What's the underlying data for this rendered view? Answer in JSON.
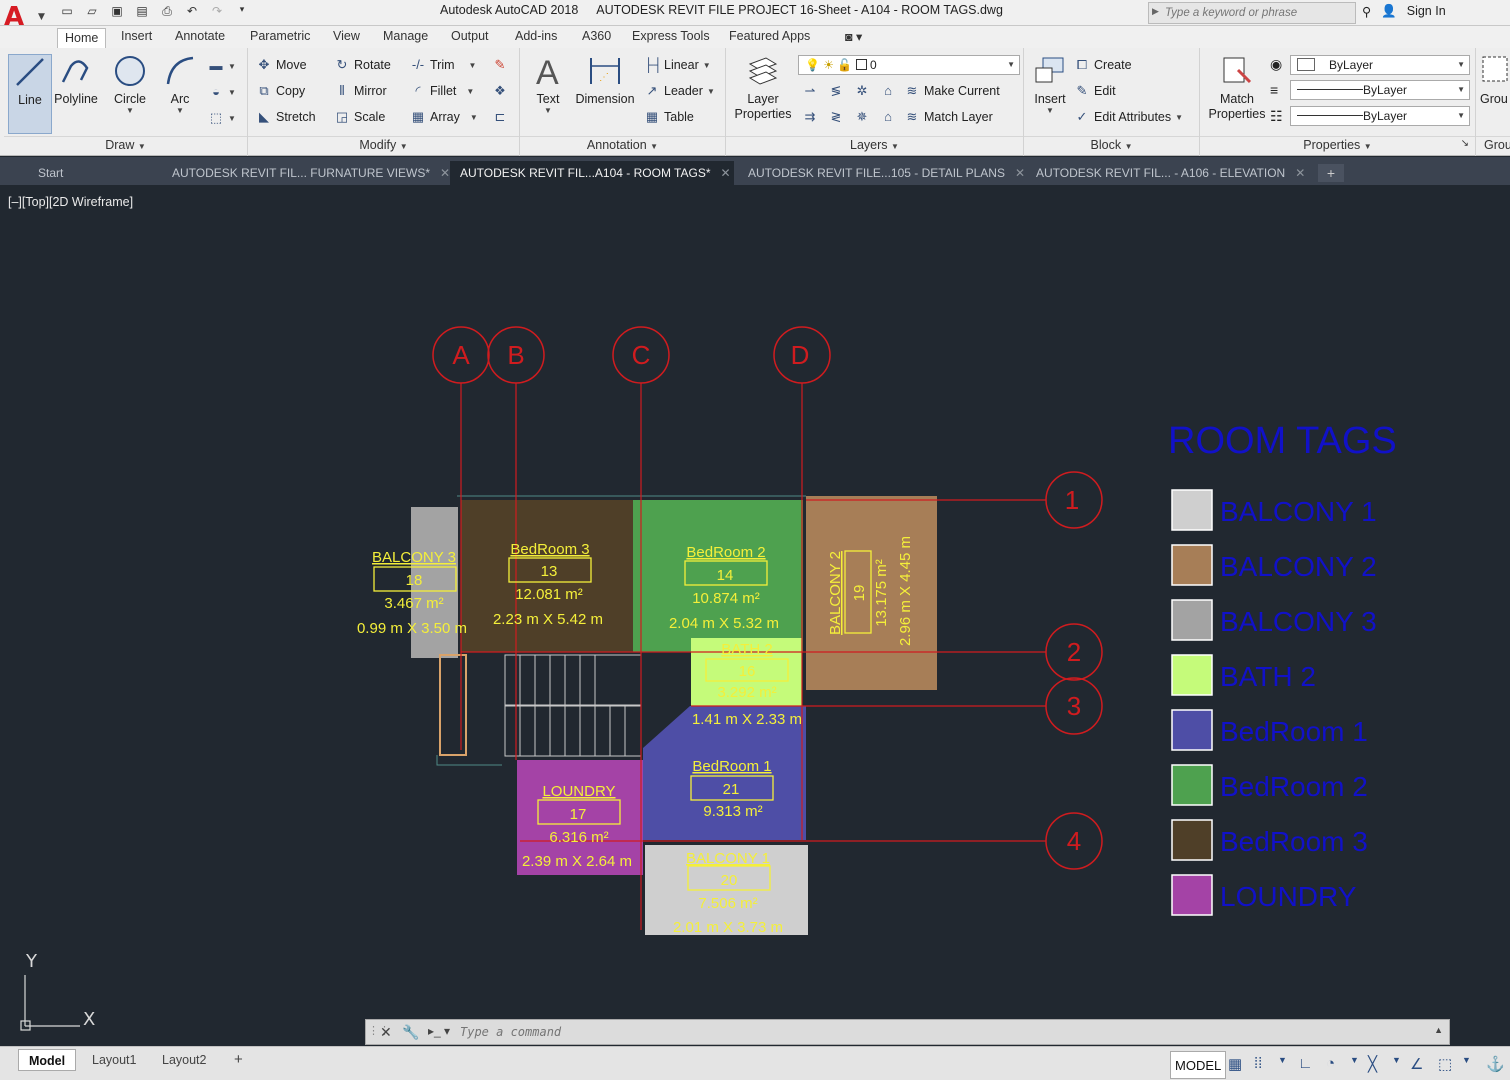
{
  "app": {
    "name": "Autodesk AutoCAD 2018",
    "file": "AUTODESK REVIT FILE PROJECT 16-Sheet - A104 - ROOM TAGS.dwg",
    "search_placeholder": "Type a keyword or phrase",
    "sign_in": "Sign In"
  },
  "ribbon_tabs": [
    "Home",
    "Insert",
    "Annotate",
    "Parametric",
    "View",
    "Manage",
    "Output",
    "Add-ins",
    "A360",
    "Express Tools",
    "Featured Apps"
  ],
  "panels": {
    "draw": {
      "title": "Draw",
      "buttons": [
        "Line",
        "Polyline",
        "Circle",
        "Arc"
      ]
    },
    "modify": {
      "title": "Modify",
      "buttons": [
        "Move",
        "Rotate",
        "Trim",
        "Copy",
        "Mirror",
        "Fillet",
        "Stretch",
        "Scale",
        "Array"
      ]
    },
    "annotation": {
      "title": "Annotation",
      "buttons": [
        "Text",
        "Dimension",
        "Linear",
        "Leader",
        "Table"
      ]
    },
    "layers": {
      "title": "Layers",
      "layer_properties": "Layer Properties",
      "current_layer": "0",
      "make_current": "Make Current",
      "match_layer": "Match Layer"
    },
    "block": {
      "title": "Block",
      "insert": "Insert",
      "create": "Create",
      "edit": "Edit",
      "edit_attributes": "Edit Attributes"
    },
    "properties": {
      "title": "Properties",
      "match_properties": "Match Properties",
      "color": "ByLayer",
      "linetype": "ByLayer",
      "lineweight": "ByLayer"
    },
    "groups": {
      "title": "Grou",
      "button": "Grou"
    }
  },
  "doc_tabs": [
    {
      "label": "Start",
      "active": false
    },
    {
      "label": "AUTODESK REVIT FIL... FURNATURE VIEWS*",
      "active": false
    },
    {
      "label": "AUTODESK REVIT FIL...A104 - ROOM TAGS*",
      "active": true
    },
    {
      "label": "AUTODESK REVIT FILE...105 - DETAIL PLANS",
      "active": false
    },
    {
      "label": "AUTODESK REVIT FIL... - A106 - ELEVATION",
      "active": false
    }
  ],
  "viewport_label": "[–][Top][2D Wireframe]",
  "grid_labels": {
    "columns": [
      "A",
      "B",
      "C",
      "D"
    ],
    "rows": [
      "1",
      "2",
      "3",
      "4"
    ]
  },
  "rooms": [
    {
      "name": "BALCONY 3",
      "number": "18",
      "area": "3.467 m²",
      "dims": "0.99 m X 3.50 m"
    },
    {
      "name": "BedRoom 3",
      "number": "13",
      "area": "12.081 m²",
      "dims": "2.23 m X 5.42 m"
    },
    {
      "name": "BedRoom 2",
      "number": "14",
      "area": "10.874 m²",
      "dims": "2.04 m X 5.32 m"
    },
    {
      "name": "BALCONY 2",
      "number": "19",
      "area": "13.175 m²",
      "dims": "2.96 m X 4.45 m"
    },
    {
      "name": "BATH 2",
      "number": "16",
      "area": "3.292 m²",
      "dims": "1.41 m X 2.33 m"
    },
    {
      "name": "BedRoom 1",
      "number": "21",
      "area": "9.313 m²",
      "dims": ""
    },
    {
      "name": "LOUNDRY",
      "number": "17",
      "area": "6.316 m²",
      "dims": "2.39 m X 2.64 m"
    },
    {
      "name": "BALCONY 1",
      "number": "20",
      "area": "7.506 m²",
      "dims": "2.01 m X 3.73 m"
    }
  ],
  "legend": {
    "title": "ROOM TAGS",
    "items": [
      {
        "label": "BALCONY 1",
        "color": "#cfcfcf"
      },
      {
        "label": "BALCONY 2",
        "color": "#a77e57"
      },
      {
        "label": "BALCONY 3",
        "color": "#a3a3a3"
      },
      {
        "label": "BATH 2",
        "color": "#c5fb7a"
      },
      {
        "label": "BedRoom 1",
        "color": "#4e4ea6"
      },
      {
        "label": "BedRoom 2",
        "color": "#4ea14f"
      },
      {
        "label": "BedRoom 3",
        "color": "#4f3f28"
      },
      {
        "label": "LOUNDRY",
        "color": "#a443a6"
      }
    ]
  },
  "colors": {
    "tag_text": "#f4ef3a",
    "grid_red": "#d01c1f",
    "legend_text": "#1111c8",
    "background": "#212830"
  },
  "ucs": {
    "x": "X",
    "y": "Y"
  },
  "command_line": {
    "placeholder": "Type a command"
  },
  "layout_tabs": [
    "Model",
    "Layout1",
    "Layout2"
  ],
  "status": {
    "model": "MODEL"
  }
}
